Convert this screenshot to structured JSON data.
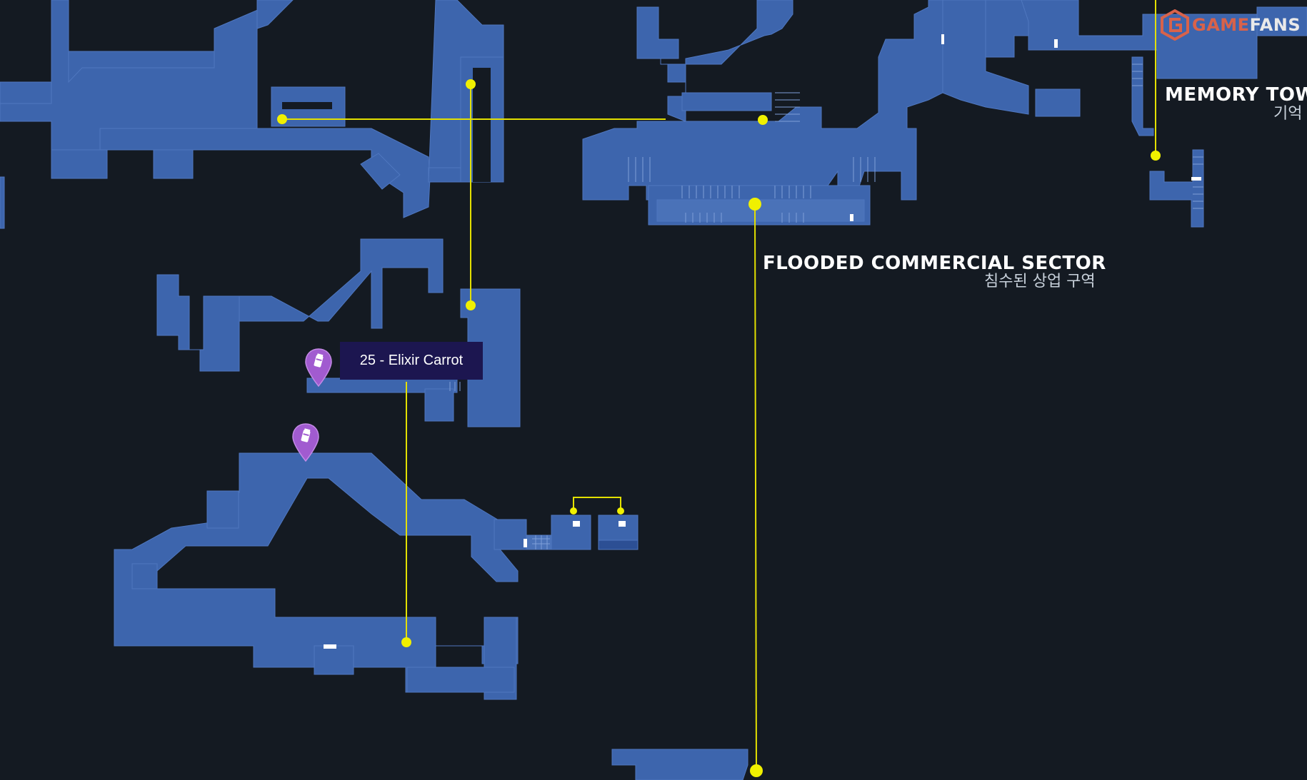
{
  "map": {
    "regions": [
      {
        "name": "FLOODED COMMERCIAL SECTOR",
        "name_korean": "침수된 상업 구역"
      },
      {
        "name": "MEMORY TOW",
        "name_korean": "기억"
      }
    ],
    "tooltip": {
      "text": "25 - Elixir Carrot"
    },
    "markers": [
      {
        "type": "item-pin",
        "icon": "canister-icon",
        "color": "#a15bd0"
      },
      {
        "type": "item-pin",
        "icon": "canister-icon",
        "color": "#a15bd0"
      }
    ],
    "colors": {
      "background": "#141a22",
      "rooms": "#3d65ad",
      "room_detail": "#5b82c6",
      "path": "#e3e000",
      "waypoint": "#f0f000",
      "pin": "#a15bd0",
      "tooltip_bg": "#1c1650"
    }
  },
  "watermark": {
    "brand_part1": "GAME",
    "brand_part2": "FANS",
    "icon": "gamefans-logo-icon"
  }
}
